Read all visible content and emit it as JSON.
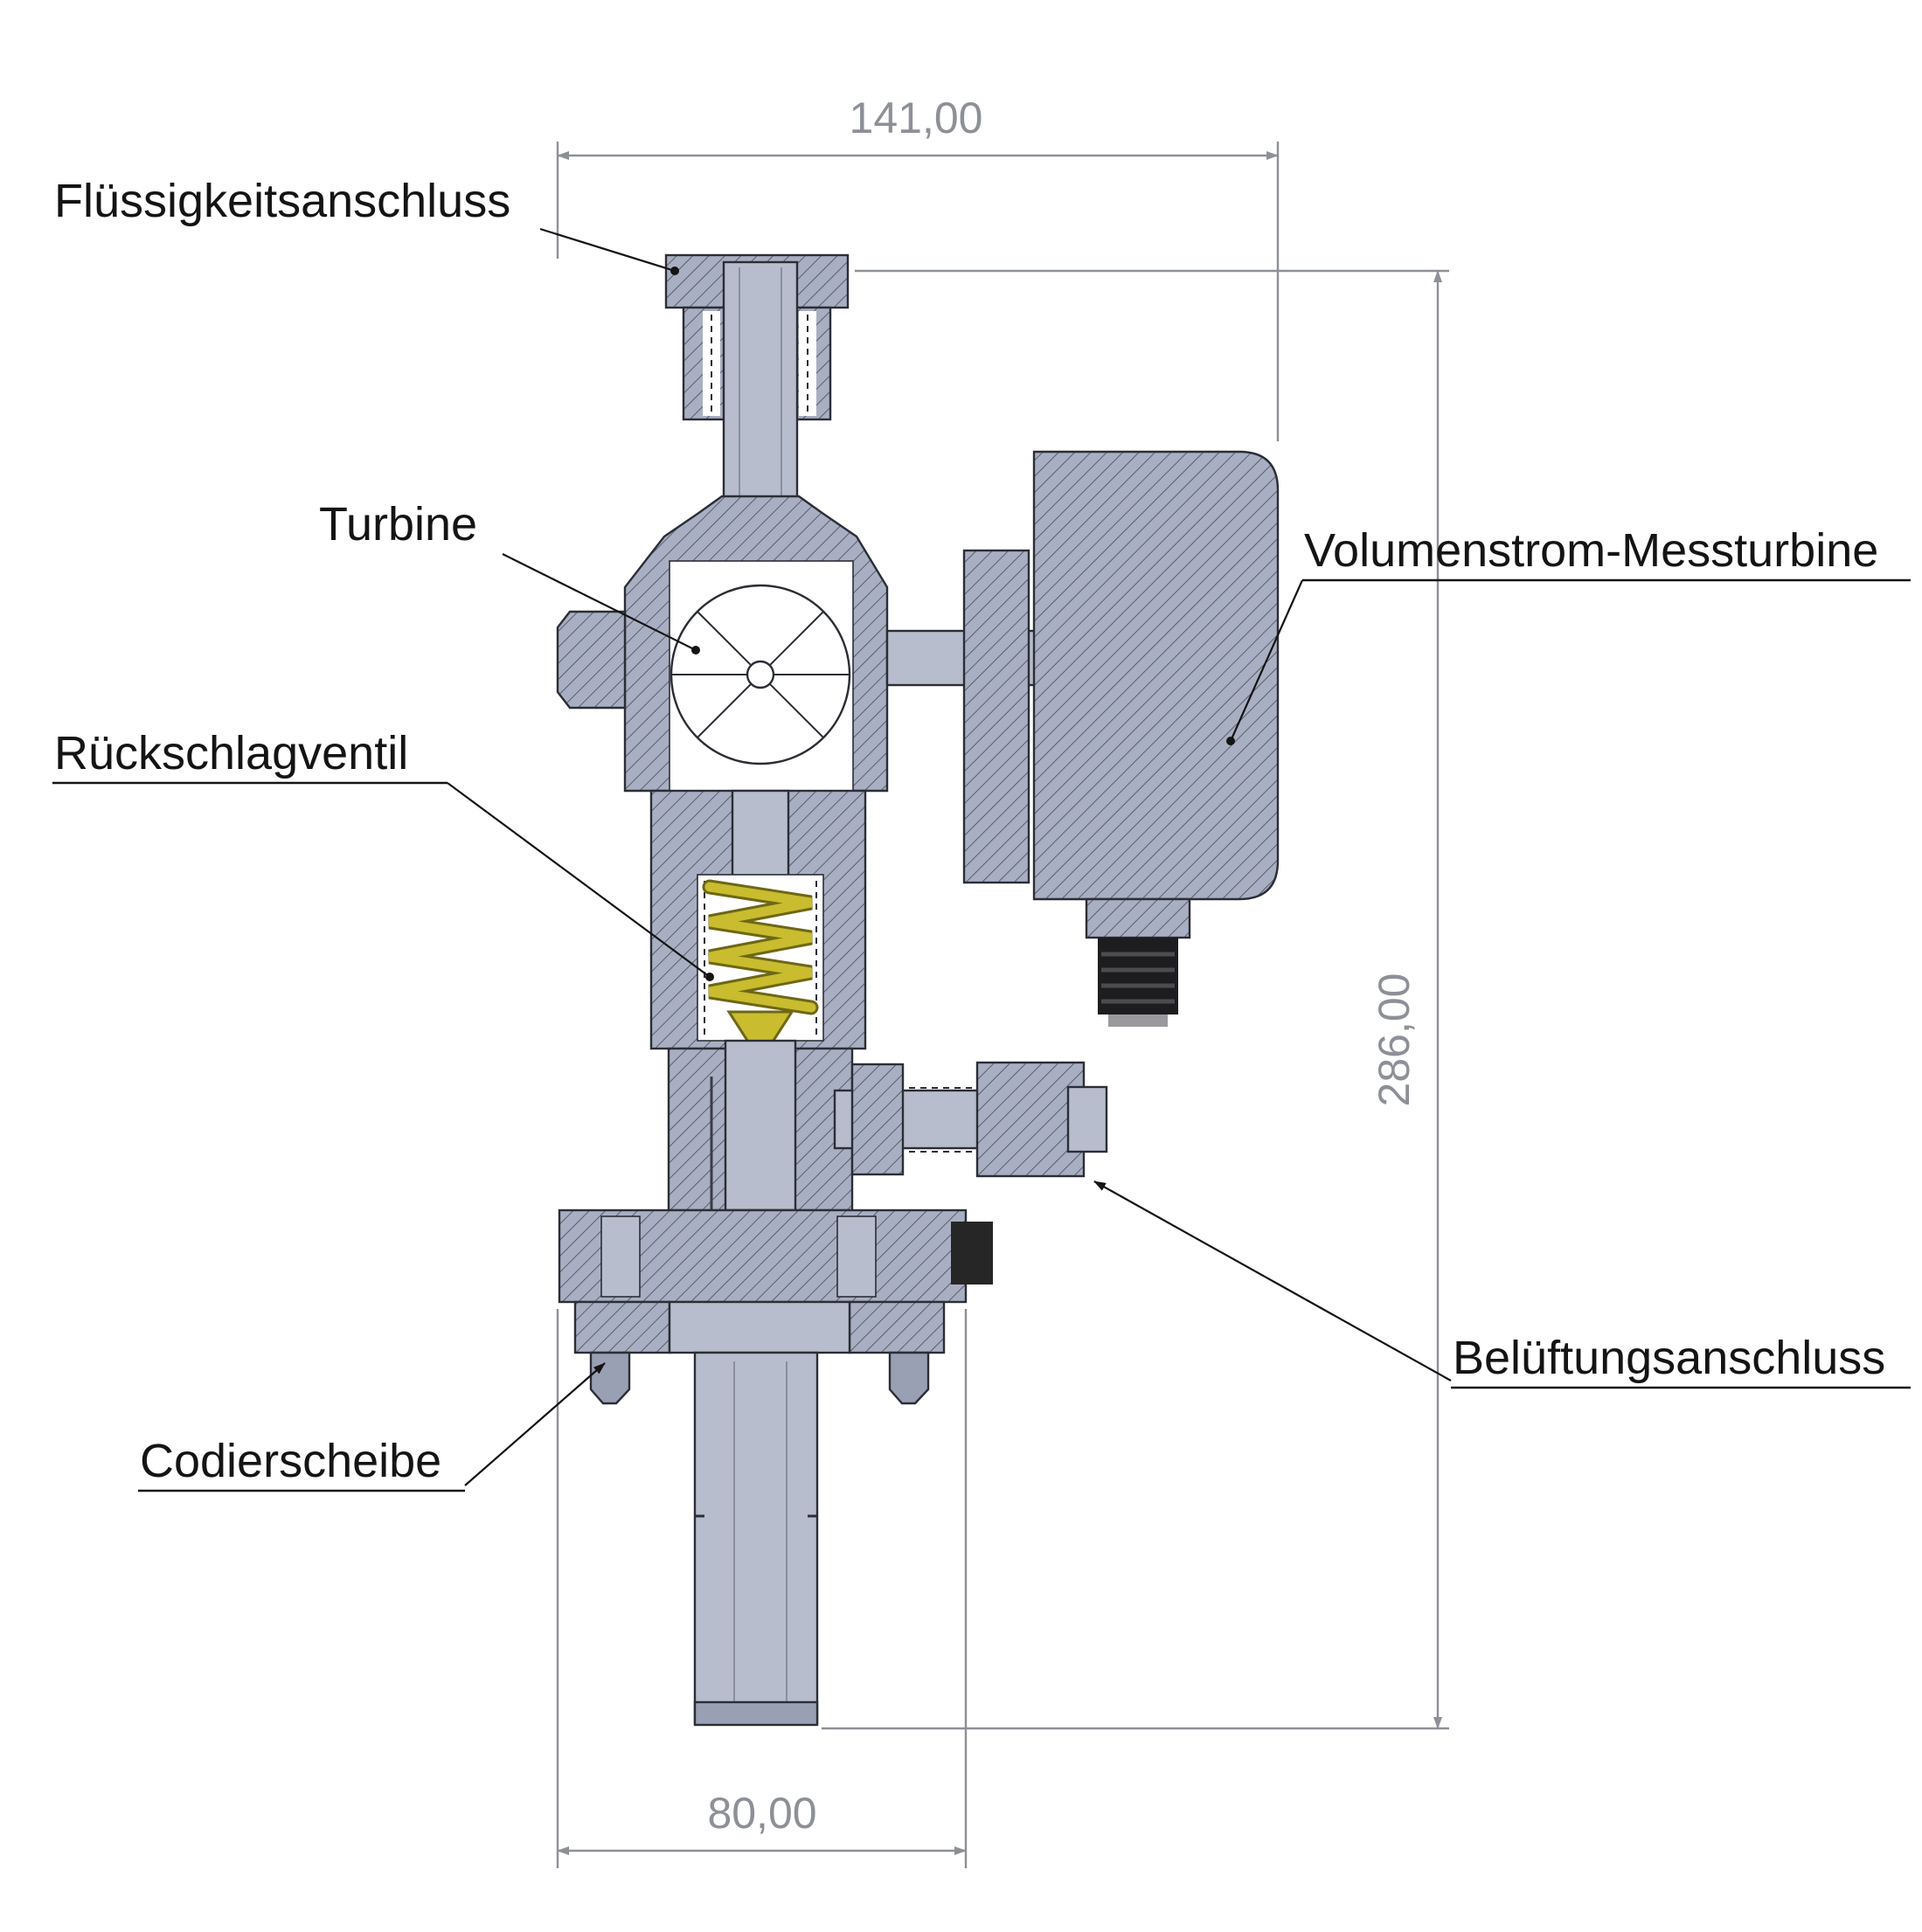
{
  "labels": {
    "fluid_connection": "Flüssigkeitsanschluss",
    "turbine": "Turbine",
    "check_valve": "Rückschlagventil",
    "coding_disc": "Codierscheibe",
    "flow_turbine": "Volumenstrom-Messturbine",
    "vent_connection": "Belüftungsanschluss"
  },
  "dimensions": {
    "top_width": "141,00",
    "right_height": "286,00",
    "bottom_width": "80,00"
  },
  "colors": {
    "part_fill": "#a9afc2",
    "part_fill_light": "#b8bdcd",
    "hatch_line": "#4a4f5b",
    "outline": "#2b2e36",
    "spring_yellow": "#c9bc2e",
    "spring_outline": "#6e6716",
    "dimension_gray": "#8d9097",
    "label_black": "#141414"
  }
}
